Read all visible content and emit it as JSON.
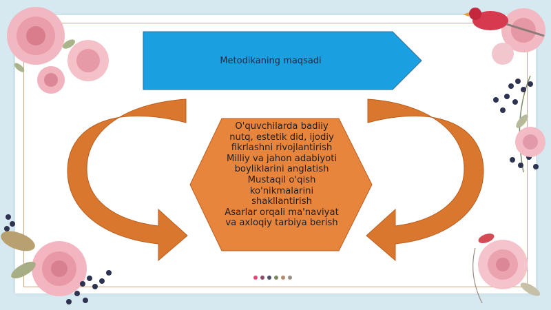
{
  "banner": {
    "label": "Metodikaning maqsadi",
    "color": "#1a9fe0"
  },
  "center": {
    "lines": [
      "O'quvchilarda badiiy",
      "nutq, estetik did, ijodiy",
      "fikrlashni rivojlantirish",
      "Milliy va jahon adabiyoti",
      "boyliklarini anglatish",
      "Mustaqil o'qish",
      "ko'nikmalarini",
      "shakllantirish",
      "Asarlar orqali ma'naviyat",
      "va axloqiy tarbiya berish"
    ],
    "color": "#e8853d"
  },
  "arrows": {
    "color": "#d9772e"
  },
  "pagination": {
    "dot_colors": [
      "#e24b78",
      "#8c4a6a",
      "#4d4d6e",
      "#7a8a60",
      "#b38b6d",
      "#9a8f85"
    ]
  },
  "decorations": [
    "rose-cluster-icon",
    "bird-icon",
    "berry-branch-icon"
  ]
}
